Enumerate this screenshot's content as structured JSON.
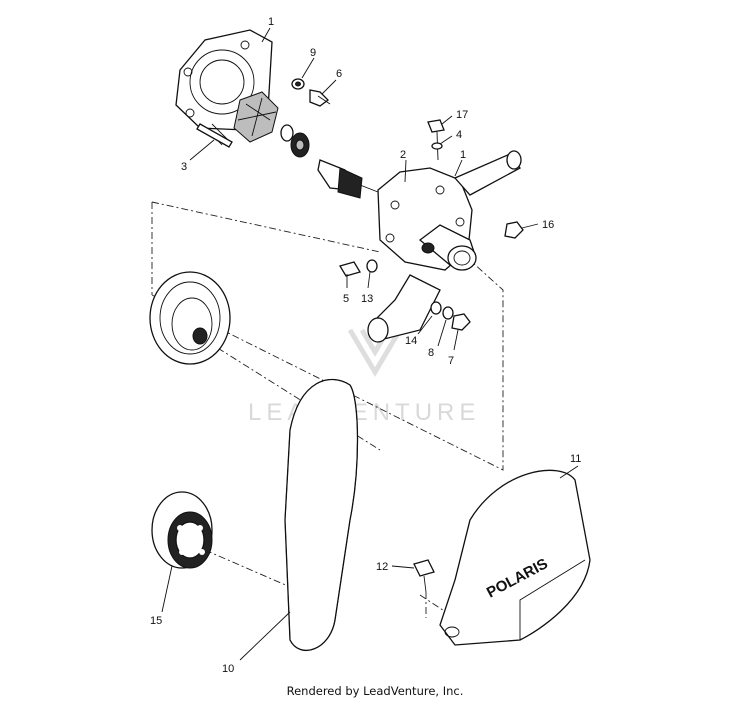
{
  "diagram": {
    "watermark": "LEADVENTURE",
    "brand_on_cover": "POLARIS",
    "callouts": [
      "1",
      "9",
      "6",
      "3",
      "17",
      "4",
      "2",
      "1",
      "16",
      "5",
      "13",
      "14",
      "8",
      "7",
      "11",
      "12",
      "15",
      "10"
    ]
  },
  "footer": {
    "text": "Rendered by LeadVenture, Inc."
  }
}
